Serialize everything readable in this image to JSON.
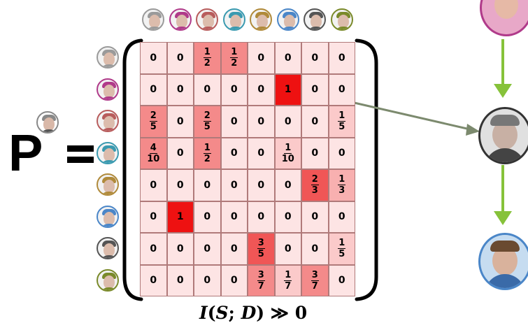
{
  "matrix_label": "P",
  "equals_sign": "=",
  "mutual_information": {
    "symbol": "I",
    "arg1": "S",
    "sep": ";",
    "arg2": "D",
    "relation": "≫",
    "value": "0"
  },
  "matrix": {
    "rows": [
      [
        "0",
        "0",
        "1/2",
        "1/2",
        "0",
        "0",
        "0",
        "0"
      ],
      [
        "0",
        "0",
        "0",
        "0",
        "0",
        "1",
        "0",
        "0"
      ],
      [
        "2/5",
        "0",
        "2/5",
        "0",
        "0",
        "0",
        "0",
        "1/5"
      ],
      [
        "4/10",
        "0",
        "1/2",
        "0",
        "0",
        "1/10",
        "0",
        "0"
      ],
      [
        "0",
        "0",
        "0",
        "0",
        "0",
        "0",
        "2/3",
        "1/3"
      ],
      [
        "0",
        "1",
        "0",
        "0",
        "0",
        "0",
        "0",
        "0"
      ],
      [
        "0",
        "0",
        "0",
        "0",
        "3/5",
        "0",
        "0",
        "1/5"
      ],
      [
        "0",
        "0",
        "0",
        "0",
        "3/7",
        "1/7",
        "3/7",
        "0"
      ]
    ],
    "colors": {
      "zero": "#fde4e4",
      "full": "#ee1111",
      "high": "#f05656",
      "mid": "#f48a8a",
      "low": "#f8b0b0",
      "vlow": "#fbcaca"
    }
  },
  "people": {
    "column_avatar_colors": [
      "#9a9a9a",
      "#b03a8a",
      "#b85c5c",
      "#3a9ab0",
      "#b08a3a",
      "#4a86c8",
      "#555555",
      "#7a8a2a"
    ],
    "row_avatar_colors": [
      "#9a9a9a",
      "#b03a8a",
      "#b85c5c",
      "#3a9ab0",
      "#b08a3a",
      "#4a86c8",
      "#555555",
      "#7a8a2a"
    ],
    "flow_avatar_colors": [
      "#b03a8a",
      "#555555",
      "#4a86c8"
    ]
  },
  "arrow_color": "#7c8a6e",
  "flow_arrow_color": "#86c23a"
}
